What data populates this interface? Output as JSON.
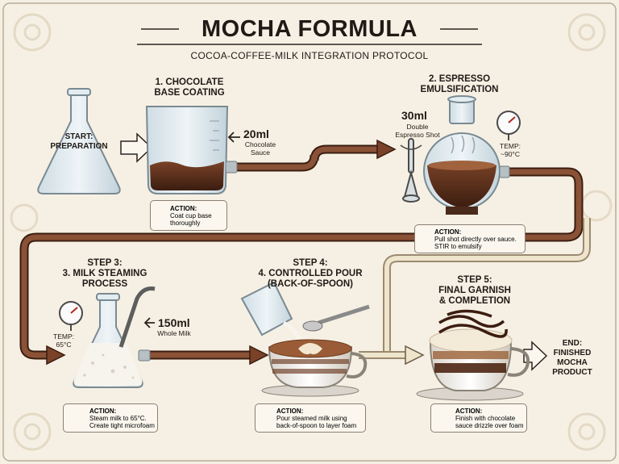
{
  "header": {
    "title": "MOCHA FORMULA",
    "subtitle": "COCOA-COFFEE-MILK INTEGRATION PROTOCOL"
  },
  "start": {
    "label": "START:\nPREPARATION"
  },
  "step1": {
    "title": "1. CHOCOLATE\nBASE COATING",
    "volume": "20ml",
    "volume_note": "Chocolate\nSauce",
    "action_label": "ACTION:",
    "action_text": "Coat cup base\nthoroughly"
  },
  "step2": {
    "title": "2. ESPRESSO\nEMULSIFICATION",
    "volume": "30ml",
    "volume_note": "Double\nEspresso Shot",
    "temp": "TEMP:\n~90°C",
    "action_label": "ACTION:",
    "action_text": "Pull shot directly over sauce.\nSTIR to emulsify"
  },
  "step3": {
    "title": "STEP 3:\n3. MILK STEAMING\nPROCESS",
    "volume": "150ml",
    "volume_note": "Whole Milk",
    "temp": "TEMP:\n65°C",
    "action_label": "ACTION:",
    "action_text": "Steam milk to 65°C.\nCreate tight microfoam"
  },
  "step4": {
    "title": "STEP 4:\n4. CONTROLLED POUR\n(BACK-OF-SPOON)",
    "action_label": "ACTION:",
    "action_text": "Pour steamed milk using\nback-of-spoon to layer foam"
  },
  "step5": {
    "title": "STEP 5:\nFINAL GARNISH\n& COMPLETION",
    "action_label": "ACTION:",
    "action_text": "Finish with chocolate\nsauce drizzle over foam"
  },
  "end": {
    "label": "END:\nFINISHED\nMOCHA\nPRODUCT"
  },
  "icons": [
    "beaker-icon",
    "drop-icon",
    "whisk-icon",
    "thermometer-icon",
    "steam-cup-icon",
    "spoon-icon",
    "drizzle-icon",
    "arrow-icon",
    "gear-icon"
  ],
  "colors": {
    "background": "#f6f0e4",
    "chocolate": "#5a2e1a",
    "pipe": "#6b3a24",
    "milk_pipe": "#ede0c4",
    "text": "#1f1a16",
    "glass": "#dfe9ee"
  }
}
